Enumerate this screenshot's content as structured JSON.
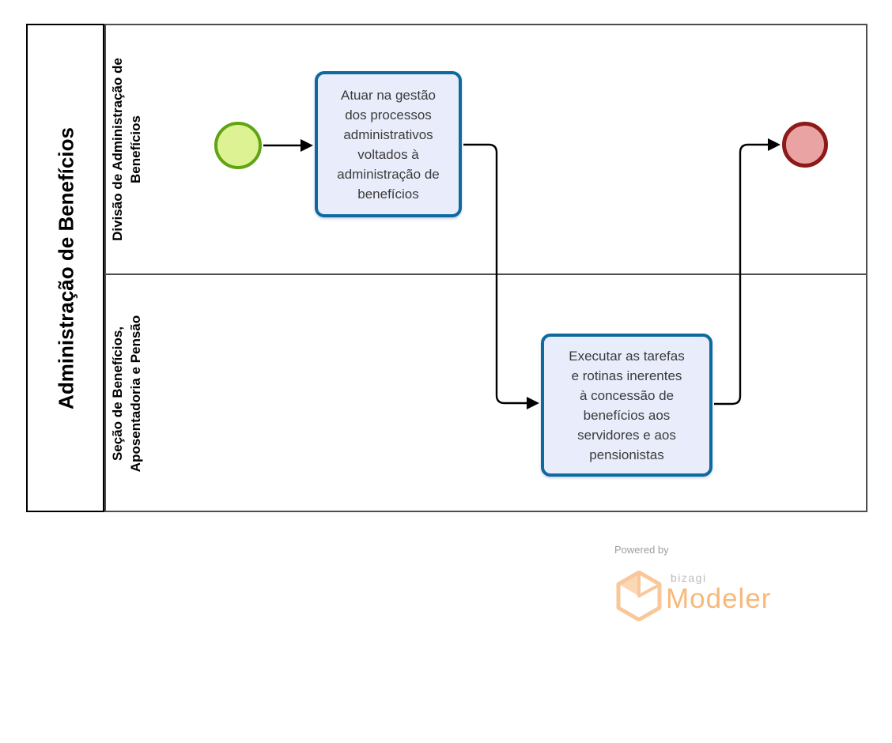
{
  "diagram": {
    "type": "bpmn-process",
    "pool": {
      "label": "Administração de Benefícios",
      "lanes": [
        {
          "label": "Divisão de Administração de\nBenefícios"
        },
        {
          "label": "Seção de Benefícios,\nAposentadoria e Pensão"
        }
      ]
    },
    "nodes": {
      "start_event": {
        "type": "start-event",
        "lane": "Divisão de Administração de Benefícios",
        "fill": "#ddf292",
        "stroke": "#5fa413"
      },
      "task_1": {
        "type": "task",
        "lane": "Divisão de Administração de Benefícios",
        "label": "Atuar na gestão\ndos processos\nadministrativos\nvoltados à\nadministração de\nbenefícios",
        "fill": "#e9edfb",
        "stroke": "#0d6a9e"
      },
      "task_2": {
        "type": "task",
        "lane": "Seção de Benefícios, Aposentadoria e Pensão",
        "label": "Executar as tarefas\ne rotinas inerentes\nà concessão de\nbenefícios aos\nservidores e aos\npensionistas",
        "fill": "#e9edfb",
        "stroke": "#0d6a9e"
      },
      "end_event": {
        "type": "end-event",
        "lane": "Divisão de Administração de Benefícios",
        "fill": "#e9a3a3",
        "stroke": "#8e1919"
      }
    },
    "flows": [
      {
        "from": "start_event",
        "to": "task_1"
      },
      {
        "from": "task_1",
        "to": "task_2"
      },
      {
        "from": "task_2",
        "to": "end_event"
      }
    ]
  },
  "branding": {
    "powered_by": "Powered by",
    "brand": "bizagi",
    "product": "Modeler",
    "accent_color": "#f8b878"
  }
}
